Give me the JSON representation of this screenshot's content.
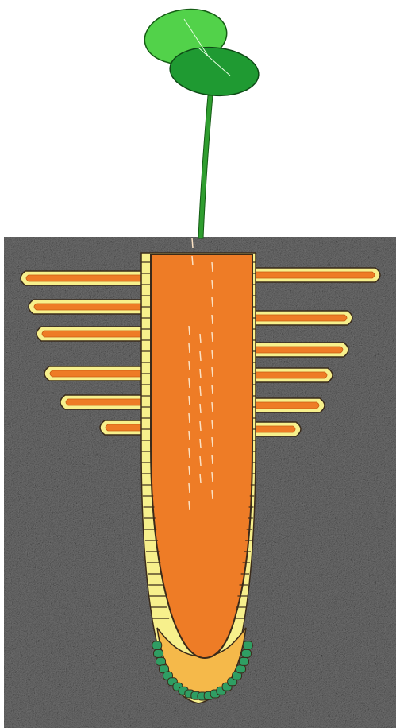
{
  "figure": {
    "subject": "seedling-root-cross-section",
    "labels": []
  },
  "colors": {
    "background": "#ffffff",
    "soil": "#6f6f6f",
    "soil_dark": "#3f3f3f",
    "soil_light": "#a9a9a9",
    "leaf_light": "#52d24a",
    "leaf_dark": "#1f9a32",
    "stem": "#2f9e2f",
    "root_core": "#ee7c26",
    "root_core_dark": "#c85c10",
    "root_hair_sheath": "#f7f08c",
    "root_cap": "#f5b94a",
    "cap_cells": "#2f9e63",
    "cell_walls": "#3a2a1a"
  },
  "root_hairs": {
    "left_count": 6,
    "right_count": 6
  }
}
